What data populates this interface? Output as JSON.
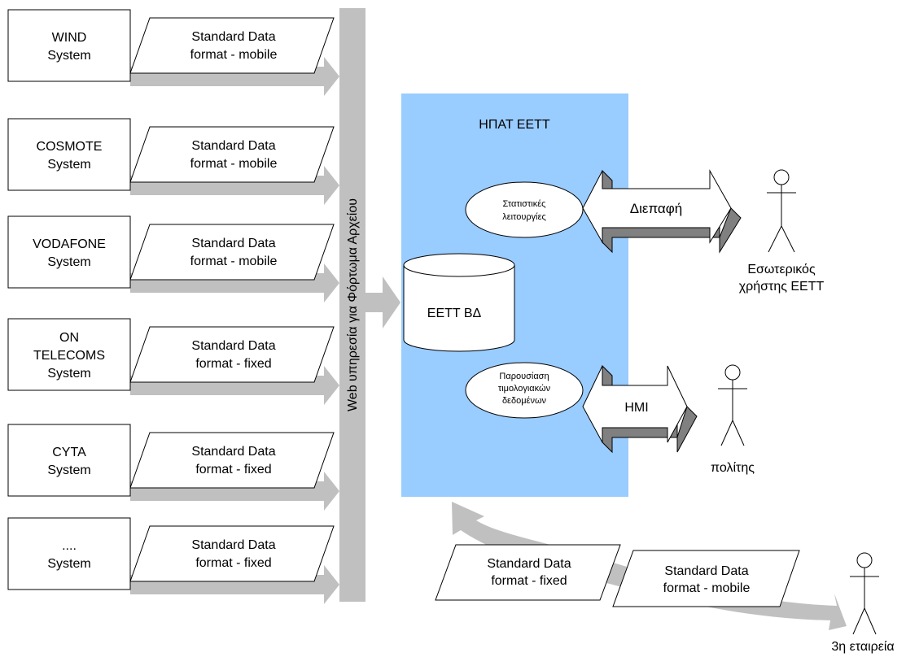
{
  "systems": [
    {
      "lines": [
        "WIND",
        "System"
      ],
      "format": [
        "Standard Data",
        "format - mobile"
      ]
    },
    {
      "lines": [
        "COSMOTE",
        "System"
      ],
      "format": [
        "Standard Data",
        "format - mobile"
      ]
    },
    {
      "lines": [
        "VODAFONE",
        "System"
      ],
      "format": [
        "Standard Data",
        "format - mobile"
      ]
    },
    {
      "lines": [
        "ON",
        "TELECOMS",
        "System"
      ],
      "format": [
        "Standard Data",
        "format - fixed"
      ]
    },
    {
      "lines": [
        "CYTA",
        "System"
      ],
      "format": [
        "Standard Data",
        "format - fixed"
      ]
    },
    {
      "lines": [
        "....",
        "System"
      ],
      "format": [
        "Standard Data",
        "format - fixed"
      ]
    }
  ],
  "web_service": {
    "label": "Web υπηρεσία για Φόρτωμα Αρχείου"
  },
  "hpat": {
    "title": "ΗΠΑΤ ΕΕΤΤ"
  },
  "database": {
    "label": "ΕΕΤΤ ΒΔ"
  },
  "stats": {
    "line1": "Στατιστικές",
    "line2": "λειτουργίες"
  },
  "presentation": {
    "line1": "Παρουσίαση",
    "line2": "τιμολογιακών",
    "line3": "δεδομένων"
  },
  "interface": {
    "label": "Διεπαφή"
  },
  "hmi": {
    "label": "HMI"
  },
  "actors": {
    "internal": {
      "line1": "Εσωτερικός",
      "line2": "χρήστης ΕΕΤΤ"
    },
    "citizen": {
      "label": "πολίτης"
    },
    "third": {
      "label": "3η εταιρεία"
    }
  },
  "bottom_formats": [
    {
      "line1": "Standard Data",
      "line2": "format - fixed"
    },
    {
      "line1": "Standard Data",
      "line2": "format - mobile"
    }
  ],
  "colors": {
    "panel": "#99ccff",
    "arrow_gray": "#c0c0c0",
    "arrow_dark": "#808080",
    "stroke": "#000000"
  }
}
